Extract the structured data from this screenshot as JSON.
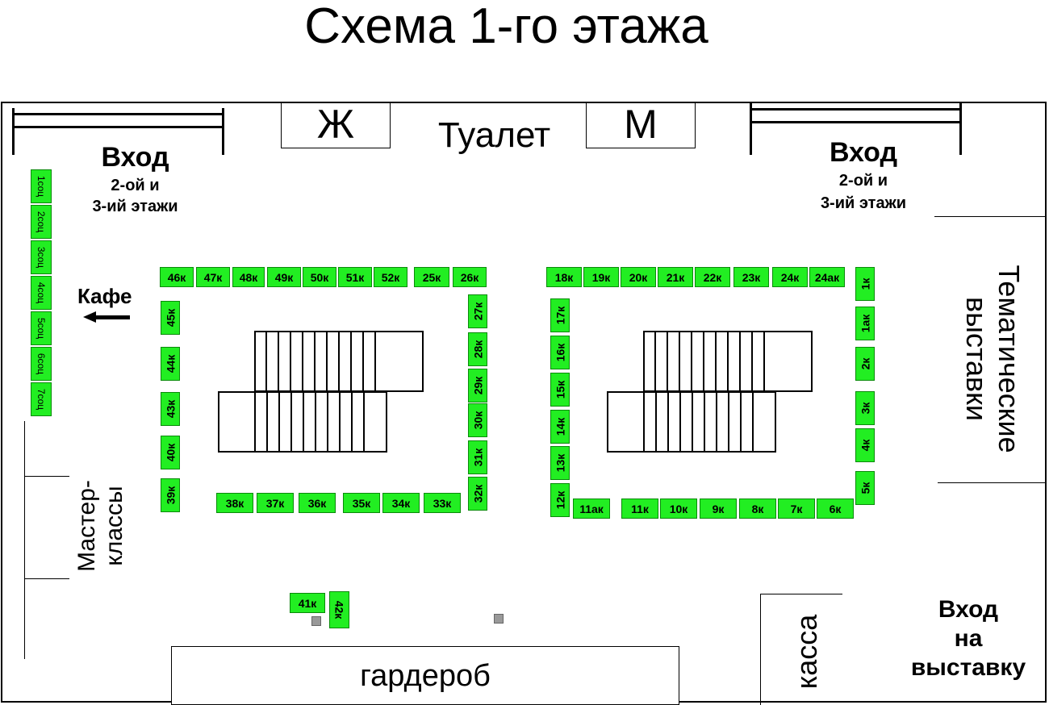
{
  "title": "Схема 1-го этажа",
  "toilet": {
    "label": "Туалет",
    "women": "Ж",
    "men": "М"
  },
  "entrance_left": {
    "title": "Вход",
    "line1": "2-ой и",
    "line2": "3-ий этажи"
  },
  "entrance_right": {
    "title": "Вход",
    "line1": "2-ой и",
    "line2": "3-ий этажи"
  },
  "cafe": {
    "label": "Кафе",
    "arrow": "left"
  },
  "master_classes": {
    "line1": "Мастер-",
    "line2": "классы"
  },
  "thematic": {
    "line1": "Тематические",
    "line2": "выставки"
  },
  "wardrobe": "гардероб",
  "cashier": "касса",
  "exhibition_entrance": {
    "line1": "Вход",
    "line2": "на",
    "line3": "выставку"
  },
  "colors": {
    "stall_fill": "#22ee22",
    "stall_border": "#0a8a0a",
    "marker": "#999999"
  },
  "stalls": {
    "social": [
      "1соц",
      "2соц",
      "3соц",
      "4соц",
      "5соц",
      "6соц",
      "7соц"
    ],
    "left_top": [
      "46к",
      "47к",
      "48к",
      "49к",
      "50к",
      "51к",
      "52к",
      "25к",
      "26к"
    ],
    "left_left": [
      "45к",
      "44к",
      "43к",
      "40к",
      "39к"
    ],
    "left_right": [
      "27к",
      "28к",
      "29к",
      "30к",
      "31к",
      "32к"
    ],
    "left_bottom": [
      "38к",
      "37к",
      "36к",
      "35к",
      "34к",
      "33к"
    ],
    "right_top": [
      "18к",
      "19к",
      "20к",
      "21к",
      "22к",
      "23к",
      "24к",
      "24ак"
    ],
    "right_left": [
      "17к",
      "16к",
      "15к",
      "14к",
      "13к",
      "12к"
    ],
    "right_right": [
      "1к",
      "1ак",
      "2к",
      "3к",
      "4к",
      "5к"
    ],
    "right_bottom": [
      "11ак",
      "11к",
      "10к",
      "9к",
      "8к",
      "7к",
      "6к"
    ],
    "lower": [
      "41к",
      "42к"
    ]
  }
}
